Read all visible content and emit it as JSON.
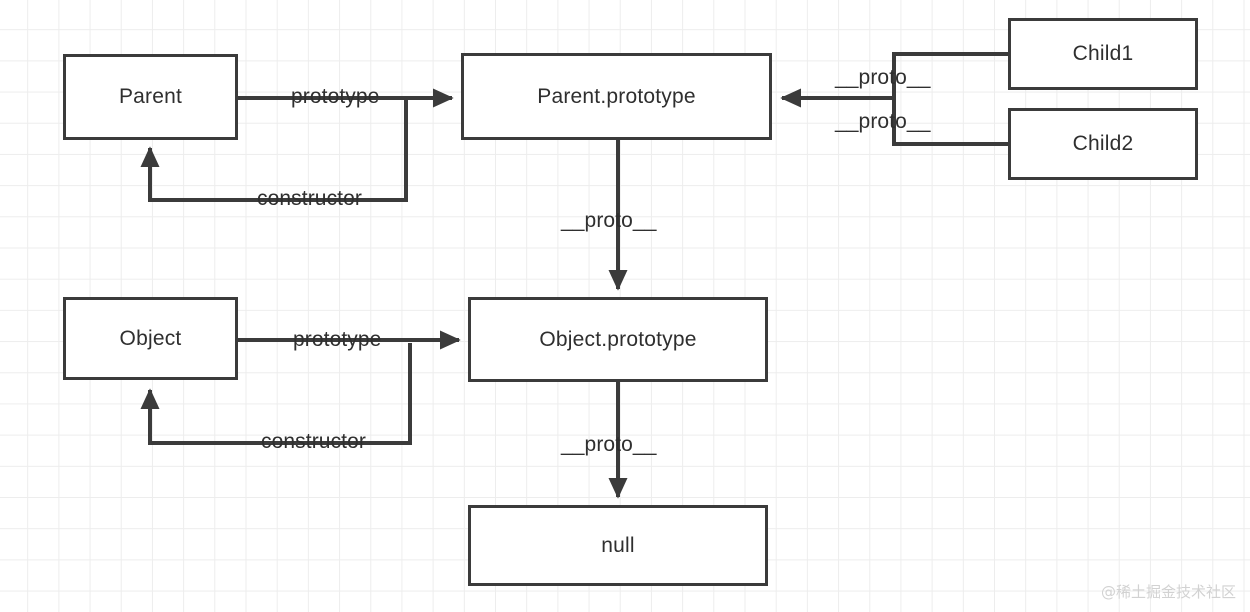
{
  "diagram": {
    "title": "JavaScript prototype chain",
    "stroke_color": "#3b3b3b",
    "text_color": "#2f2f2f",
    "grid_color": "#ededed",
    "background_color": "#ffffff",
    "nodes": [
      {
        "id": "parent",
        "label": "Parent"
      },
      {
        "id": "parent-prototype",
        "label": "Parent.prototype"
      },
      {
        "id": "child1",
        "label": "Child1"
      },
      {
        "id": "child2",
        "label": "Child2"
      },
      {
        "id": "object",
        "label": "Object"
      },
      {
        "id": "object-prototype",
        "label": "Object.prototype"
      },
      {
        "id": "null",
        "label": "null"
      }
    ],
    "edges": [
      {
        "id": "parent-prototype-edge",
        "label": "prototype",
        "from": "parent",
        "to": "parent-prototype"
      },
      {
        "id": "parent-constructor-edge",
        "label": "constructor",
        "from": "parent-prototype",
        "to": "parent"
      },
      {
        "id": "child1-proto-edge",
        "label": "__proto__",
        "from": "child1",
        "to": "parent-prototype"
      },
      {
        "id": "child2-proto-edge",
        "label": "__proto__",
        "from": "child2",
        "to": "parent-prototype"
      },
      {
        "id": "parent-proto-object-edge",
        "label": "__proto__",
        "from": "parent-prototype",
        "to": "object-prototype"
      },
      {
        "id": "object-prototype-edge",
        "label": "prototype",
        "from": "object",
        "to": "object-prototype"
      },
      {
        "id": "object-constructor-edge",
        "label": "constructor",
        "from": "object-prototype",
        "to": "object"
      },
      {
        "id": "object-proto-null-edge",
        "label": "__proto__",
        "from": "object-prototype",
        "to": "null"
      }
    ]
  },
  "watermark": {
    "text": "@稀土掘金技术社区"
  }
}
